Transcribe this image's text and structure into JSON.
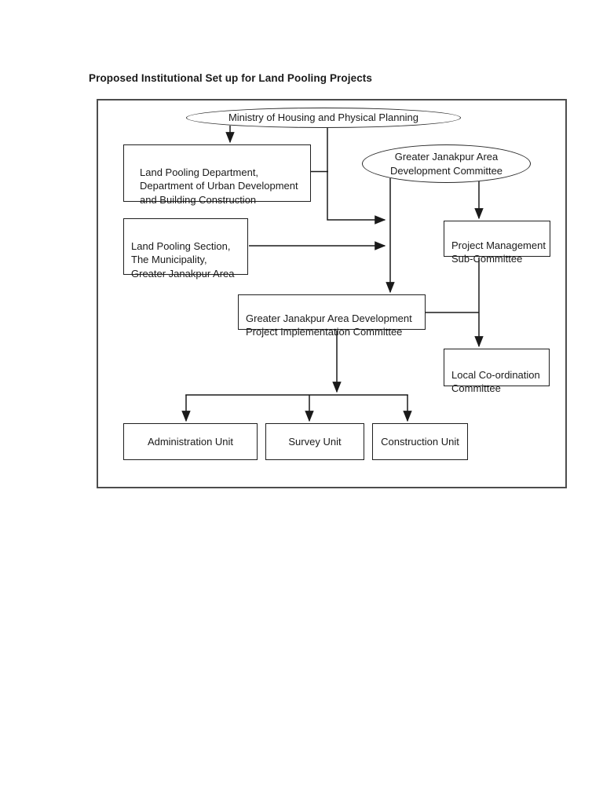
{
  "page": {
    "title": "Proposed Institutional Set up for Land Pooling Projects"
  },
  "colors": {
    "text": "#1a1a1a",
    "node_border": "#1f1f1f",
    "frame_border": "#4d4d4d",
    "connector": "#1a1a1a",
    "background": "#ffffff"
  },
  "diagram": {
    "nodes": {
      "ministry": {
        "shape": "ellipse",
        "label": "Ministry of Housing and Physical Planning"
      },
      "gjadc": {
        "shape": "ellipse",
        "label": "Greater Janakpur Area\nDevelopment Committee"
      },
      "land_pooling_department": {
        "shape": "rect",
        "label": "Land Pooling Department,\nDepartment of Urban Development\nand Building Construction"
      },
      "land_pooling_section": {
        "shape": "rect",
        "label": "Land Pooling Section,\nThe Municipality,\nGreater Janakpur Area"
      },
      "project_management_sub_committee": {
        "shape": "rect",
        "label": "Project Management\nSub-Committee"
      },
      "project_implementation_committee": {
        "shape": "rect",
        "label": "Greater Janakpur Area Development\nProject Implementation Committee"
      },
      "local_coordination_committee": {
        "shape": "rect",
        "label": "Local Co-ordination\nCommittee"
      },
      "administration_unit": {
        "shape": "rect",
        "label": "Administration Unit"
      },
      "survey_unit": {
        "shape": "rect",
        "label": "Survey Unit"
      },
      "construction_unit": {
        "shape": "rect",
        "label": "Construction Unit"
      }
    },
    "edges": [
      {
        "from": "ministry",
        "to": "land_pooling_department",
        "arrow": true
      },
      {
        "from": "ministry",
        "to": "project_implementation_committee",
        "arrow": true,
        "via": "left-trunk"
      },
      {
        "from": "land_pooling_department",
        "to": "left-trunk",
        "arrow": false
      },
      {
        "from": "gjadc",
        "to": "project_implementation_committee",
        "arrow": true
      },
      {
        "from": "gjadc",
        "to": "project_management_sub_committee",
        "arrow": true
      },
      {
        "from": "land_pooling_section",
        "to": "project_implementation_committee",
        "arrow": true
      },
      {
        "from": "project_management_sub_committee",
        "to": "local_coordination_committee",
        "arrow": true
      },
      {
        "from": "project_implementation_committee",
        "to": "local_coordination_committee",
        "arrow": false,
        "via": "right-trunk"
      },
      {
        "from": "project_implementation_committee",
        "to": "units-bus",
        "arrow": true
      },
      {
        "from": "units-bus",
        "to": "administration_unit",
        "arrow": true
      },
      {
        "from": "units-bus",
        "to": "survey_unit",
        "arrow": true
      },
      {
        "from": "units-bus",
        "to": "construction_unit",
        "arrow": true
      }
    ]
  }
}
